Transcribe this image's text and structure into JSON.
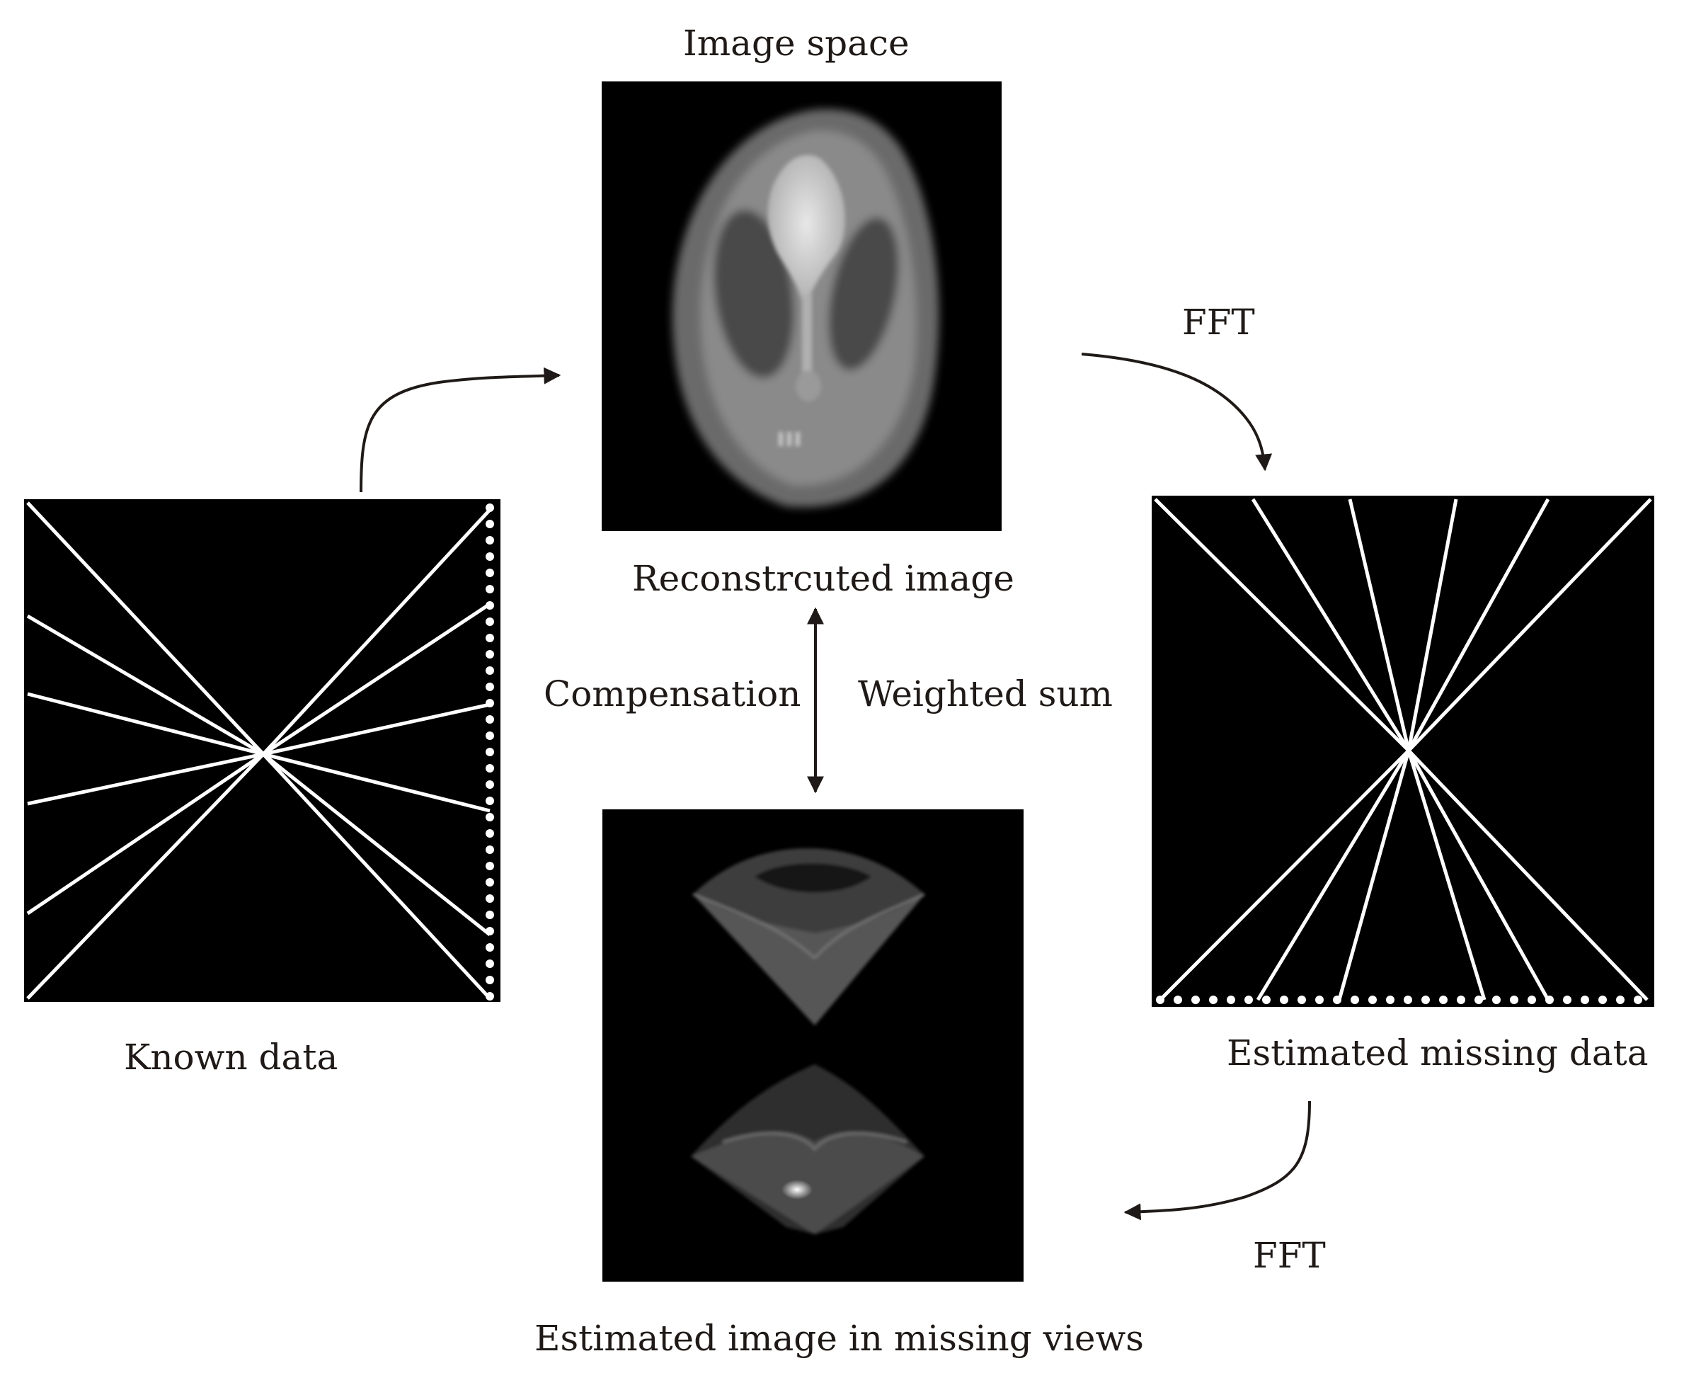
{
  "labels": {
    "image_space": "Image space",
    "reconstructed": "Reconstrcuted image",
    "compensation": "Compensation",
    "weighted_sum": "Weighted sum",
    "known_data": "Known data",
    "estimated_missing_data": "Estimated missing data",
    "estimated_image_missing_views": "Estimated image in missing views",
    "fft_top": "FFT",
    "fft_bottom": "FFT"
  },
  "colors": {
    "ink": "#1f1a17",
    "panel": "#000000",
    "line": "#ffffff"
  }
}
